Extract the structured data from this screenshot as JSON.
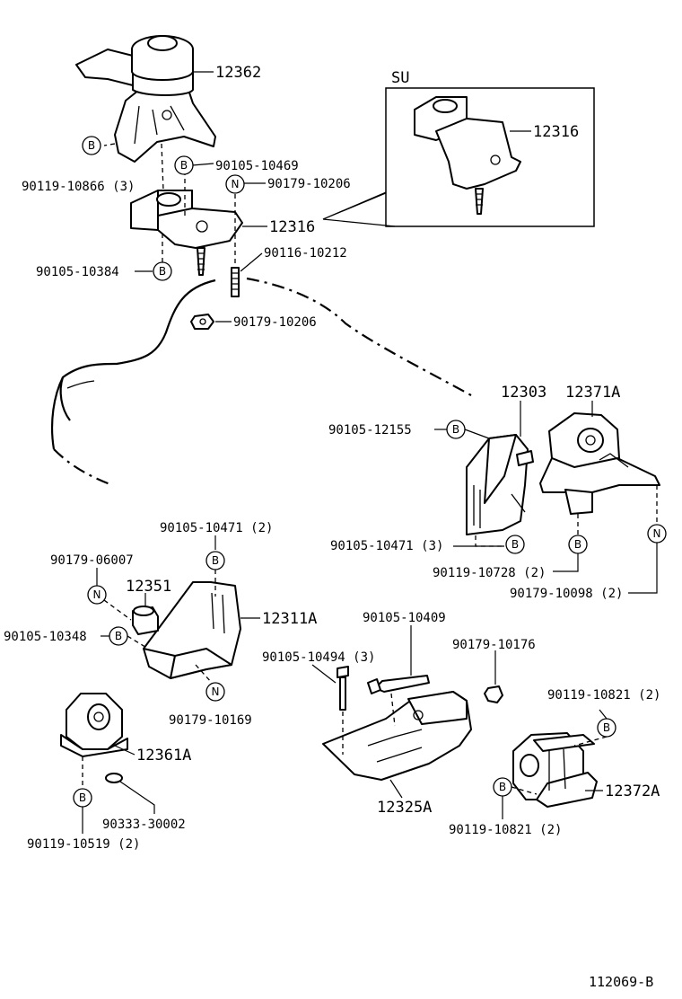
{
  "figure_code": "112069-B",
  "inset_label": "SU",
  "badges": {
    "b": "B",
    "n": "N"
  },
  "parts": {
    "p12362": "12362",
    "p12316_top": "12316",
    "p12316_inset": "12316",
    "p12303": "12303",
    "p12371a": "12371A",
    "p12351": "12351",
    "p12311a": "12311A",
    "p12361a": "12361A",
    "p12325a": "12325A",
    "p12372a": "12372A"
  },
  "fasteners": {
    "f_90119_10866": "90119-10866 (3)",
    "f_90105_10469": "90105-10469",
    "f_90179_10206_a": "90179-10206",
    "f_90105_10384": "90105-10384",
    "f_90116_10212": "90116-10212",
    "f_90179_10206_b": "90179-10206",
    "f_90105_12155": "90105-12155",
    "f_90105_10471_3": "90105-10471 (3)",
    "f_90119_10728": "90119-10728 (2)",
    "f_90179_10098": "90179-10098 (2)",
    "f_90105_10471_2": "90105-10471 (2)",
    "f_90179_06007": "90179-06007",
    "f_90105_10348": "90105-10348",
    "f_90179_10169": "90179-10169",
    "f_90105_10409": "90105-10409",
    "f_90105_10494": "90105-10494 (3)",
    "f_90179_10176": "90179-10176",
    "f_90119_10821_a": "90119-10821 (2)",
    "f_90119_10821_b": "90119-10821 (2)",
    "f_90333_30002": "90333-30002",
    "f_90119_10519": "90119-10519 (2)"
  }
}
